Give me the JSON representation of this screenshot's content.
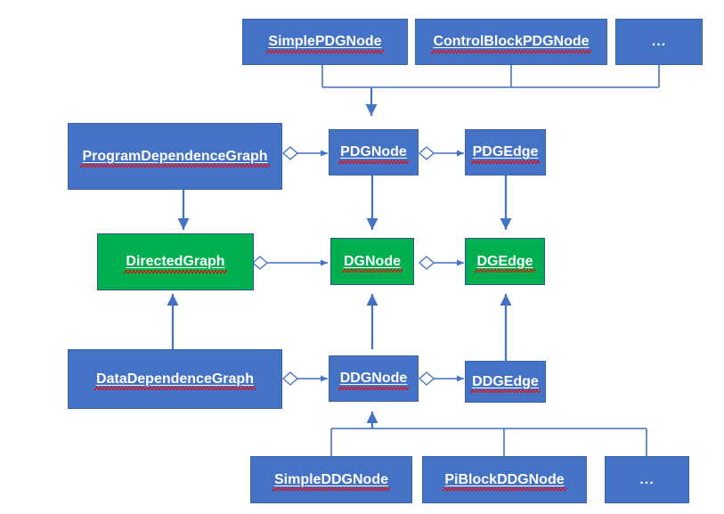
{
  "diagram": {
    "title": "Program Dependence Graph / Data Dependence Graph class hierarchy",
    "colors": {
      "blue_fill": "#4472C4",
      "green_fill": "#00B050",
      "box_border": "#2F5597",
      "connector": "#4472C4",
      "label_text": "#FFFFFF",
      "spellcheck_underline": "#FF0000",
      "background": "#FFFFFF"
    },
    "nodes": {
      "simple_pdg_node": "SimplePDGNode",
      "control_block_pdg_node": "ControlBlockPDGNode",
      "pdg_ellipsis": "...",
      "program_dependence_graph": "ProgramDependenceGraph",
      "pdg_node": "PDGNode",
      "pdg_edge": "PDGEdge",
      "directed_graph": "DirectedGraph",
      "dg_node": "DGNode",
      "dg_edge": "DGEdge",
      "data_dependence_graph": "DataDependenceGraph",
      "ddg_node": "DDGNode",
      "ddg_edge": "DDGEdge",
      "simple_ddg_node": "SimpleDDGNode",
      "pi_block_ddg_node": "PiBlockDDGNode",
      "ddg_ellipsis": "..."
    },
    "relationships": [
      {
        "kind": "inheritance",
        "from": "SimplePDGNode",
        "to": "PDGNode"
      },
      {
        "kind": "inheritance",
        "from": "ControlBlockPDGNode",
        "to": "PDGNode"
      },
      {
        "kind": "inheritance",
        "from": "...",
        "to": "PDGNode"
      },
      {
        "kind": "aggregation",
        "from": "ProgramDependenceGraph",
        "to": "PDGNode"
      },
      {
        "kind": "aggregation",
        "from": "PDGNode",
        "to": "PDGEdge"
      },
      {
        "kind": "inheritance",
        "from": "ProgramDependenceGraph",
        "to": "DirectedGraph"
      },
      {
        "kind": "inheritance",
        "from": "PDGNode",
        "to": "DGNode"
      },
      {
        "kind": "inheritance",
        "from": "PDGEdge",
        "to": "DGEdge"
      },
      {
        "kind": "aggregation",
        "from": "DirectedGraph",
        "to": "DGNode"
      },
      {
        "kind": "aggregation",
        "from": "DGNode",
        "to": "DGEdge"
      },
      {
        "kind": "inheritance",
        "from": "DataDependenceGraph",
        "to": "DirectedGraph"
      },
      {
        "kind": "inheritance",
        "from": "DDGNode",
        "to": "DGNode"
      },
      {
        "kind": "inheritance",
        "from": "DDGEdge",
        "to": "DGEdge"
      },
      {
        "kind": "aggregation",
        "from": "DataDependenceGraph",
        "to": "DDGNode"
      },
      {
        "kind": "aggregation",
        "from": "DDGNode",
        "to": "DDGEdge"
      },
      {
        "kind": "inheritance",
        "from": "SimpleDDGNode",
        "to": "DDGNode"
      },
      {
        "kind": "inheritance",
        "from": "PiBlockDDGNode",
        "to": "DDGNode"
      },
      {
        "kind": "inheritance",
        "from": "...",
        "to": "DDGNode"
      }
    ]
  }
}
